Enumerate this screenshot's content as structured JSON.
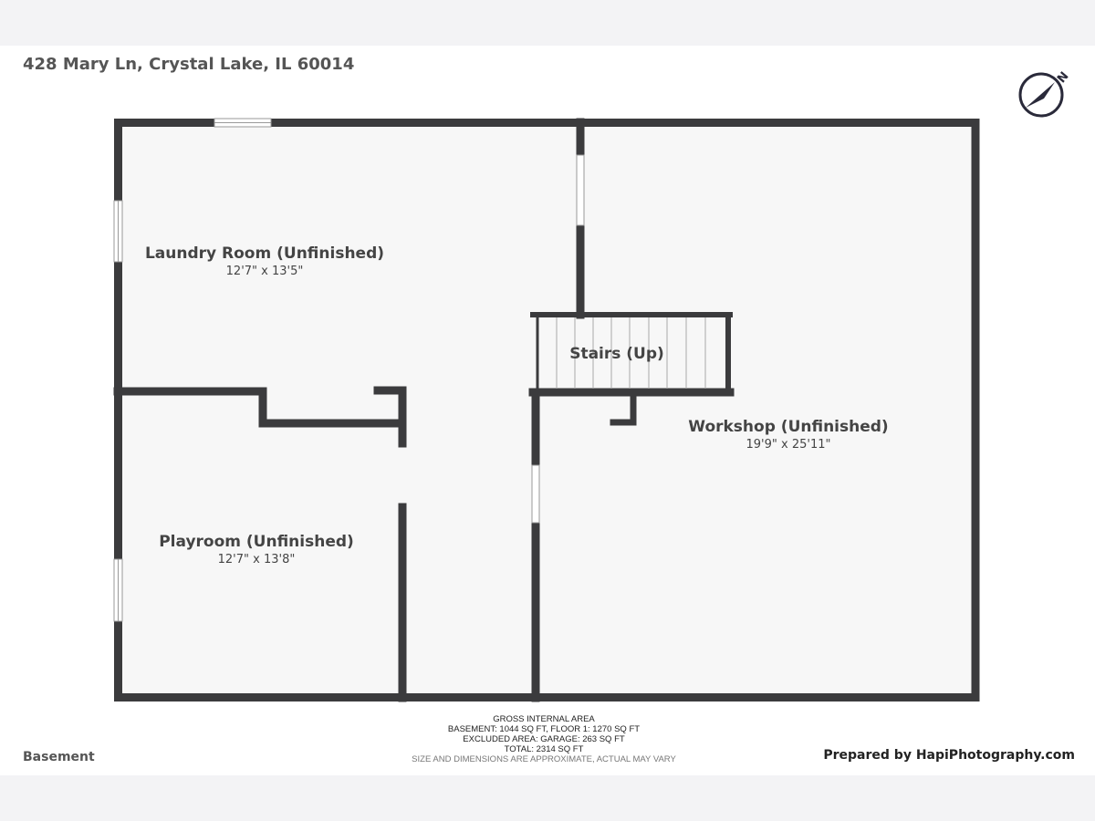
{
  "address": "428 Mary Ln, Crystal Lake, IL 60014",
  "floor_label": "Basement",
  "prepared_by": "Prepared by HapiPhotography.com",
  "compass": {
    "icon": "north-compass-icon",
    "label": "N"
  },
  "rooms": [
    {
      "name": "Laundry Room (Unfinished)",
      "dims": "12'7\" x 13'5\""
    },
    {
      "name": "Playroom (Unfinished)",
      "dims": "12'7\" x 13'8\""
    },
    {
      "name": "Workshop (Unfinished)",
      "dims": "19'9\" x 25'11\""
    },
    {
      "name": "Stairs (Up)"
    }
  ],
  "area_summary": {
    "title": "GROSS INTERNAL AREA",
    "line1": "BASEMENT: 1044 SQ FT, FLOOR 1: 1270 SQ FT",
    "line2": "EXCLUDED AREA: GARAGE: 263 SQ FT",
    "total": "TOTAL: 2314 SQ FT",
    "disclaimer": "SIZE AND DIMENSIONS ARE APPROXIMATE, ACTUAL MAY VARY"
  },
  "colors": {
    "wall": "#3b3b3d",
    "floor": "#f7f7f7"
  }
}
